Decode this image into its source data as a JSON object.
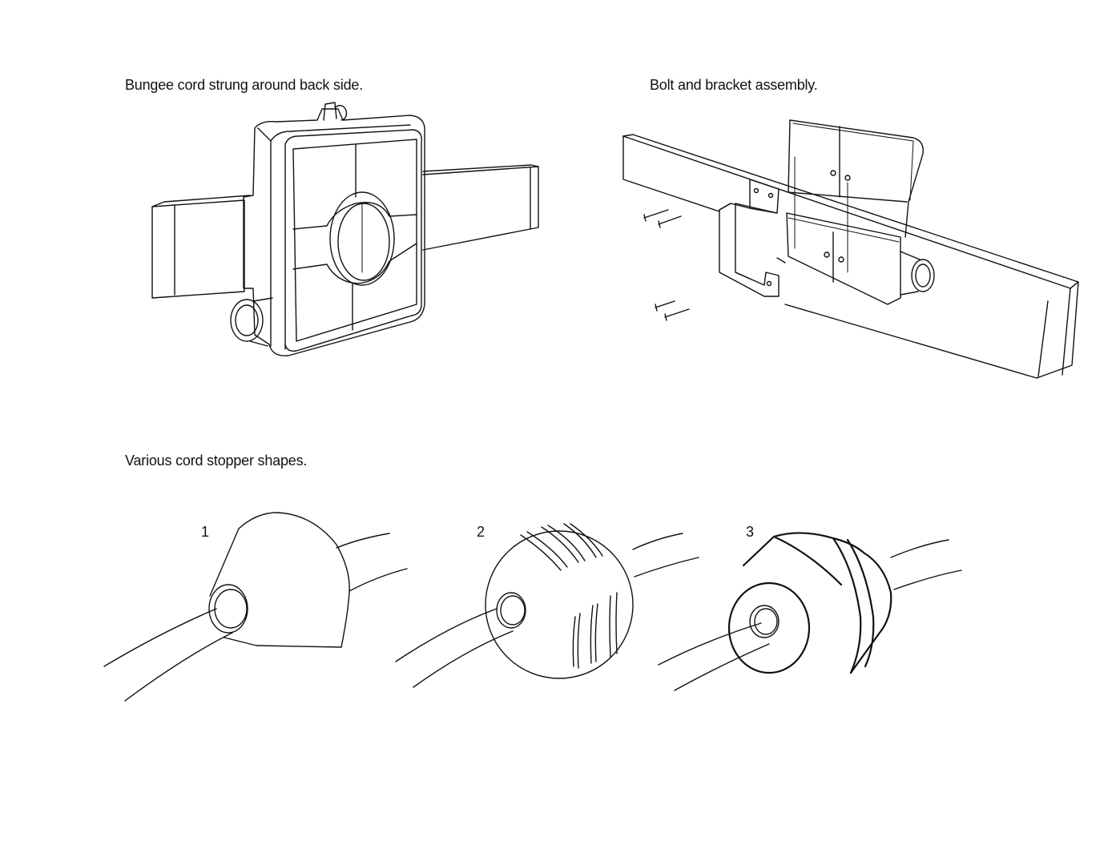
{
  "captions": {
    "bungee": "Bungee cord strung around back side.",
    "bolt": "Bolt and bracket assembly.",
    "stoppers": "Various cord stopper shapes."
  },
  "stoppers": {
    "labels": [
      "1",
      "2",
      "3"
    ]
  }
}
